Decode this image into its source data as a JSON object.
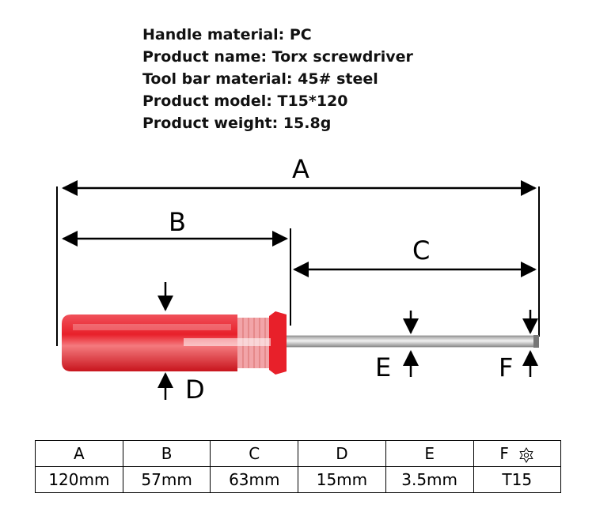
{
  "specs": {
    "handle_material": "Handle material: PC",
    "product_name": "Product name: Torx screwdriver",
    "tool_bar_material": "Tool bar material: 45# steel",
    "product_model": "Product model: T15*120",
    "product_weight": "Product weight: 15.8g"
  },
  "diagram_labels": {
    "a": "A",
    "b": "B",
    "c": "C",
    "d": "D",
    "e": "E",
    "f": "F"
  },
  "colors": {
    "handle": "#e8202a",
    "handle_highlight": "#f47a7e",
    "shaft": "#c9c9c9"
  },
  "table": {
    "headers": [
      "A",
      "B",
      "C",
      "D",
      "E",
      "F"
    ],
    "values": [
      "120mm",
      "57mm",
      "63mm",
      "15mm",
      "3.5mm",
      "T15"
    ],
    "f_icon": "torx-star-icon"
  }
}
